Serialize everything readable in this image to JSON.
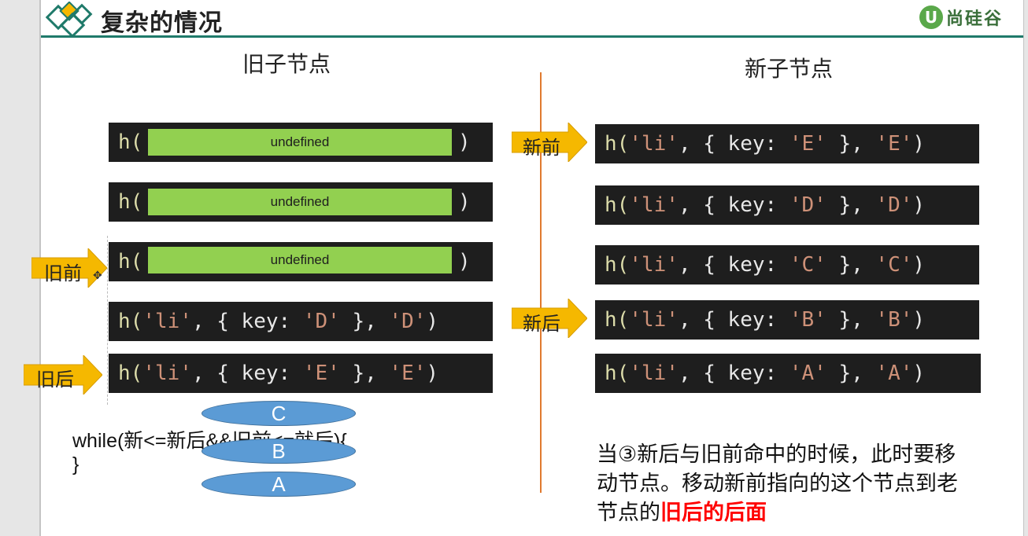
{
  "header": {
    "title": "复杂的情况",
    "brand_letter": "U",
    "brand_name": "尚硅谷",
    "accent_color": "#1f7a6a"
  },
  "old_heading": "旧子节点",
  "new_heading": "新子节点",
  "old_nodes": [
    {
      "fn": "h(",
      "placeholder": "undefined",
      "close": ")"
    },
    {
      "fn": "h(",
      "placeholder": "undefined",
      "close": ")"
    },
    {
      "fn": "h(",
      "placeholder": "undefined",
      "close": ")"
    },
    {
      "fn": "h(",
      "a1": "'li'",
      "mid": ", { key: ",
      "k": "'D'",
      "end": " }, ",
      "v": "'D'",
      "close": ")"
    },
    {
      "fn": "h(",
      "a1": "'li'",
      "mid": ", { key: ",
      "k": "'E'",
      "end": " }, ",
      "v": "'E'",
      "close": ")"
    }
  ],
  "new_nodes": [
    {
      "fn": "h(",
      "a1": "'li'",
      "mid": ", { key: ",
      "k": "'E'",
      "end": " }, ",
      "v": "'E'",
      "close": ")"
    },
    {
      "fn": "h(",
      "a1": "'li'",
      "mid": ", { key: ",
      "k": "'D'",
      "end": " }, ",
      "v": "'D'",
      "close": ")"
    },
    {
      "fn": "h(",
      "a1": "'li'",
      "mid": ", { key: ",
      "k": "'C'",
      "end": " }, ",
      "v": "'C'",
      "close": ")"
    },
    {
      "fn": "h(",
      "a1": "'li'",
      "mid": ", { key: ",
      "k": "'B'",
      "end": " }, ",
      "v": "'B'",
      "close": ")"
    },
    {
      "fn": "h(",
      "a1": "'li'",
      "mid": ", { key: ",
      "k": "'A'",
      "end": " }, ",
      "v": "'A'",
      "close": ")"
    }
  ],
  "pointers": {
    "old_front": "旧前",
    "old_back": "旧后",
    "new_front": "新前",
    "new_back": "新后"
  },
  "moved_nodes": [
    "C",
    "B",
    "A"
  ],
  "while_code": {
    "line1": "while(新<=新后&&旧前<=就后){",
    "line2": "}"
  },
  "note": {
    "text": "当③新后与旧前命中的时候，此时要移动节点。移动新前指向的这个节点到老节点的",
    "highlight": "旧后的后面"
  },
  "colors": {
    "code_bg": "#1e1e1e",
    "string": "#ce9178",
    "function": "#dcdcaa",
    "placeholder": "#92d050",
    "arrow": "#f5b800",
    "oval": "#5b9bd5",
    "divider": "#e07a2f",
    "highlight": "#ff0000"
  }
}
